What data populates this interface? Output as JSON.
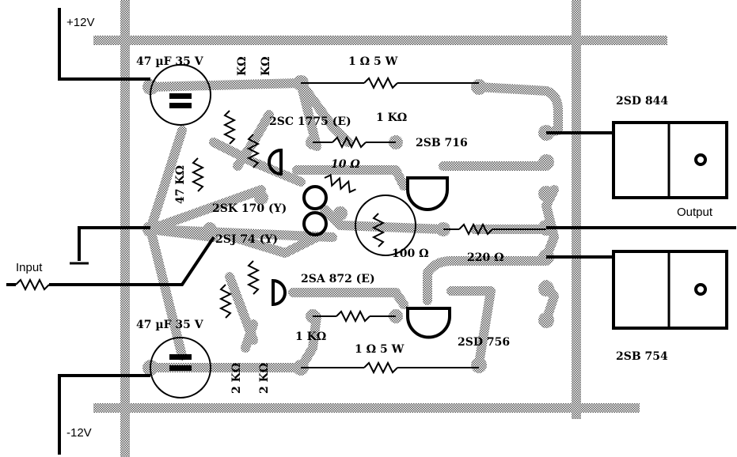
{
  "title": "Power amplifier PCB component layout",
  "supply": {
    "positive": "+12V",
    "negative": "-12V"
  },
  "io": {
    "input": "Input",
    "output": "Output"
  },
  "labels": {
    "cap_top": "47 µF 35 V",
    "cap_bottom": "47 µF 35 V",
    "r_top_kohm_1": "KΩ",
    "r_top_kohm_2": "KΩ",
    "r_top_power": "1 Ω 5 W",
    "r_bottom_power": "1 Ω 5 W",
    "q_2sc1775": "2SC 1775 (E)",
    "r_1k_top": "1 KΩ",
    "q_2sb716": "2SB 716",
    "r_10ohm": "10 Ω",
    "r_47k": "47 KΩ",
    "q_2sk170": "2SK 170 (Y)",
    "q_2sj74": "2SJ 74 (Y)",
    "pot_100": "100 Ω",
    "r_220": "220 Ω",
    "q_2sa872": "2SA 872 (E)",
    "r_1k_bottom": "1 KΩ",
    "q_2sd756": "2SD 756",
    "r_bottom_2k_1": "2 KΩ",
    "r_bottom_2k_2": "2 KΩ",
    "q_2sd844": "2SD 844",
    "q_2sb754": "2SB 754"
  },
  "colors": {
    "ink": "#000000",
    "trace": "#8c8c8c",
    "background": "#ffffff"
  }
}
